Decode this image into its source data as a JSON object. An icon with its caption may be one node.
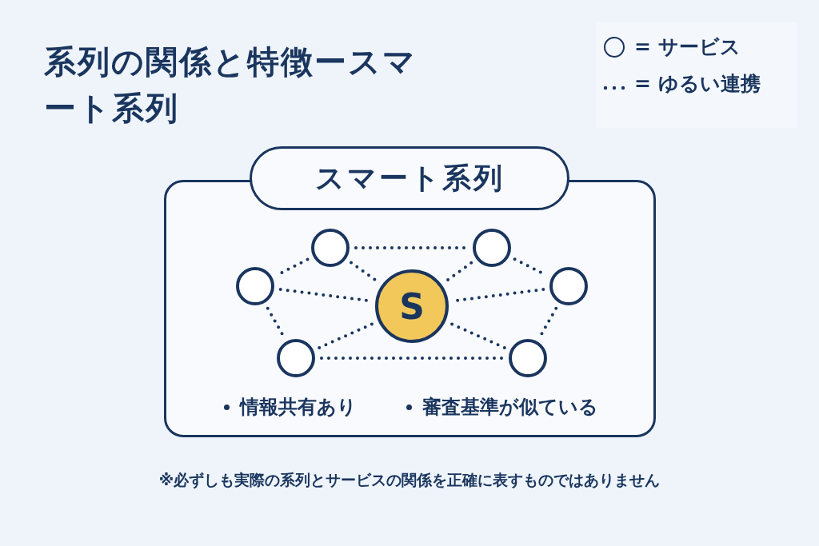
{
  "diagram": {
    "title": "系列の関係と特徴ースマート系列",
    "caption": "※必ずしも実際の系列とサービスの関係を正確に表すものではありません",
    "nodes": [
      {
        "text": [
          "情報共有あり",
          "審査基準が似ている"
        ]
      },
      {
        "text": [
          "スマート系列"
        ]
      },
      {
        "text": [
          "S"
        ],
        "in": 0
      },
      {
        "text": [],
        "shape": "circle",
        "in": 0
      },
      {
        "text": [],
        "shape": "circle",
        "in": 0
      },
      {
        "text": [],
        "shape": "circle",
        "in": 0
      },
      {
        "text": [],
        "shape": "circle",
        "in": 0
      },
      {
        "text": [],
        "shape": "circle",
        "in": 0
      },
      {
        "text": [],
        "shape": "circle",
        "in": 0
      }
    ],
    "edges": [
      {
        "from": 3,
        "to": 4,
        "arrow": "none"
      },
      {
        "from": 3,
        "to": 5,
        "arrow": "none"
      },
      {
        "from": 3,
        "to": 2,
        "arrow": "none"
      },
      {
        "from": 4,
        "to": 2,
        "arrow": "none"
      },
      {
        "from": 4,
        "to": 6,
        "arrow": "none"
      },
      {
        "from": 5,
        "to": 2,
        "arrow": "none"
      },
      {
        "from": 5,
        "to": 7,
        "arrow": "none"
      },
      {
        "from": 6,
        "to": 2,
        "arrow": "none"
      },
      {
        "from": 6,
        "to": 8,
        "arrow": "none"
      },
      {
        "from": 7,
        "to": 2,
        "arrow": "none"
      },
      {
        "from": 8,
        "to": 2,
        "arrow": "none"
      },
      {
        "from": 7,
        "to": 8,
        "arrow": "none"
      }
    ],
    "legend": [
      {
        "text": "= サービス"
      },
      {
        "text": "= ゆるい連携"
      }
    ]
  }
}
